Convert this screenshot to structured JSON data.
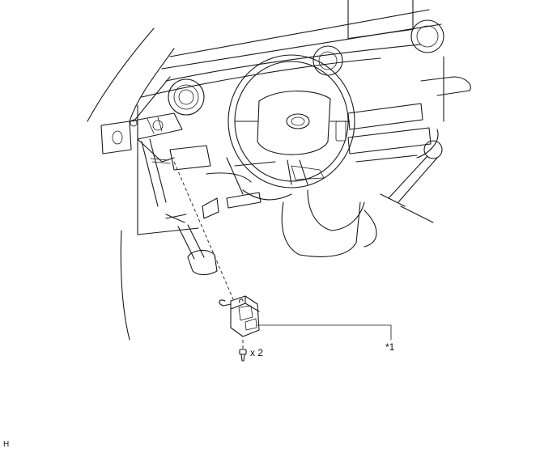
{
  "callouts": [
    {
      "id": "callout-1",
      "text": "*1"
    }
  ],
  "quantity_label": "x 2",
  "illustration_code": "H",
  "icons": [
    "steering-wheel-icon",
    "switch-assembly-icon",
    "screw-icon"
  ]
}
